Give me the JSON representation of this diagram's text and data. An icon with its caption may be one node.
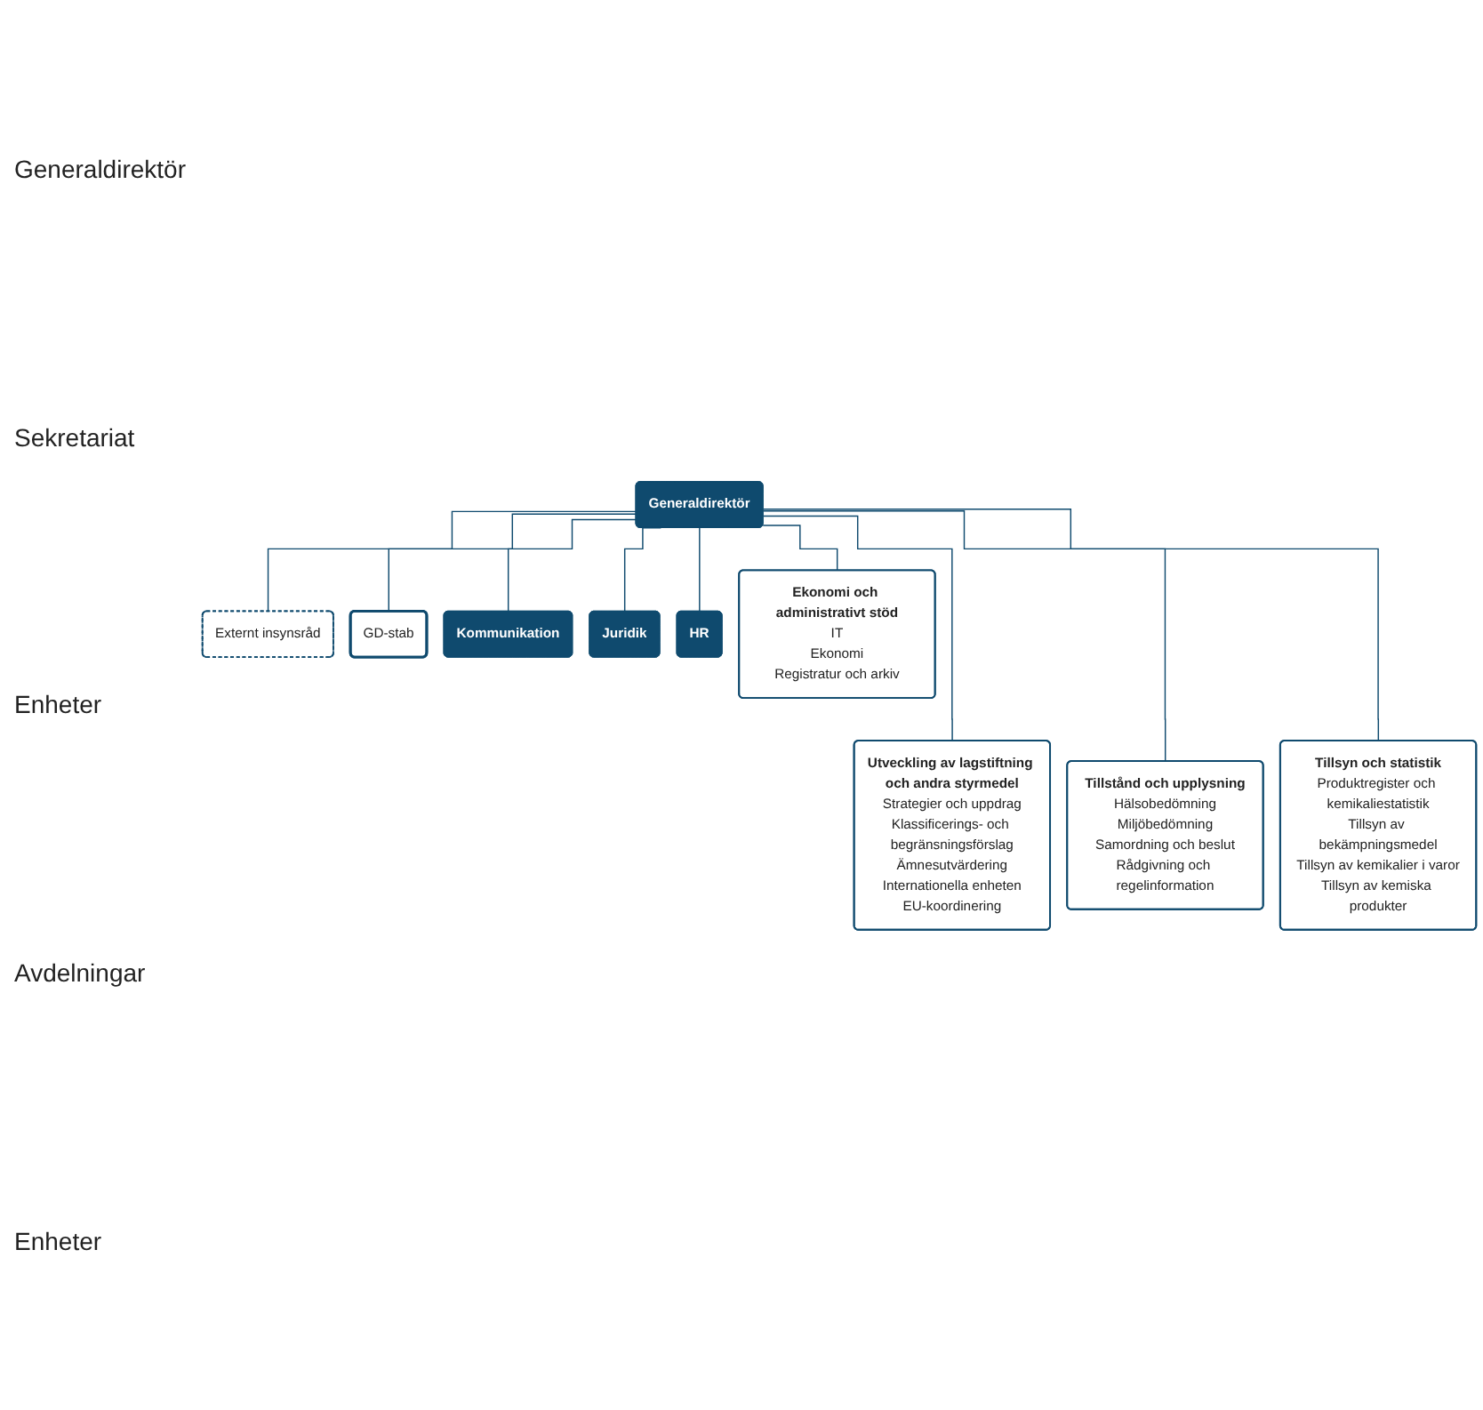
{
  "diagram": {
    "nodes": [
      {
        "text": [
          "Generaldirektör"
        ]
      },
      {
        "text": [
          "Externt insynsråd"
        ]
      },
      {
        "text": [
          "GD-stab"
        ]
      },
      {
        "text": [
          "Kommunikation"
        ]
      },
      {
        "text": [
          "Juridik"
        ]
      },
      {
        "text": [
          "HR"
        ]
      },
      {
        "text": [
          "Ekonomi och administrativt stöd",
          "IT",
          "Ekonomi",
          "Registratur och arkiv"
        ]
      },
      {
        "text": [
          "Utveckling av lagstiftning och andra styrmedel",
          "Strategier och uppdrag",
          "Klassificerings- och begränsningsförslag",
          "Ämnesutvärdering",
          "Internationella enheten",
          "EU-koordinering"
        ]
      },
      {
        "text": [
          "Tillstånd och upplysning",
          "Hälsobedömning",
          "Miljöbedömning",
          "Samordning och beslut",
          "Rådgivning och regelinformation"
        ]
      },
      {
        "text": [
          "Tillsyn och statistik",
          "Produktregister och kemikaliestatistik",
          "Tillsyn av bekämpningsmedel",
          "Tillsyn av kemikalier i varor",
          "Tillsyn av kemiska produkter"
        ]
      }
    ],
    "edges": [
      {
        "from": 0,
        "to": 1,
        "arrow": "none"
      },
      {
        "from": 0,
        "to": 2,
        "arrow": "none"
      },
      {
        "from": 0,
        "to": 3,
        "arrow": "none"
      },
      {
        "from": 0,
        "to": 4,
        "arrow": "none"
      },
      {
        "from": 0,
        "to": 5,
        "arrow": "none"
      },
      {
        "from": 0,
        "to": 6,
        "arrow": "none"
      },
      {
        "from": 0,
        "to": 7,
        "arrow": "none"
      },
      {
        "from": 0,
        "to": 8,
        "arrow": "none"
      },
      {
        "from": 0,
        "to": 9,
        "arrow": "none"
      }
    ],
    "labels": [
      "Generaldirektör",
      "Sekretariat",
      "Enheter",
      "Avdelningar",
      "Enheter"
    ]
  }
}
